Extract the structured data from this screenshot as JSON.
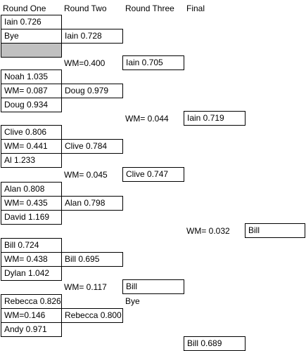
{
  "headers": {
    "round1": "Round One",
    "round2": "Round Two",
    "round3": "Round Three",
    "final": "Final"
  },
  "round_one": {
    "r1": "Iain 0.726",
    "r2": "Bye",
    "r3": "Noah 1.035",
    "r4": "WM= 0.087",
    "r5": "Doug 0.934",
    "r6": "Clive 0.806",
    "r7": "WM= 0.441",
    "r8": "Al 1.233",
    "r9": "Alan 0.808",
    "r10": "WM= 0.435",
    "r11": "David 1.169",
    "r12": "Bill 0.724",
    "r13": "WM= 0.438",
    "r14": "Dylan 1.042",
    "r15": "Rebecca 0.826",
    "r16": "WM=0.146",
    "r17": "Andy 0.971"
  },
  "round_two": {
    "m1": "Iain 0.728",
    "w1": "WM=0.400",
    "m2": "Doug 0.979",
    "m3": "Clive 0.784",
    "w2": "WM= 0.045",
    "m4": "Alan 0.798",
    "m5": "Bill 0.695",
    "w3": "WM= 0.117",
    "m6": "Rebecca 0.800"
  },
  "round_three": {
    "m1": "Iain 0.705",
    "w1": "WM= 0.044",
    "m2": "Clive 0.747",
    "m3": "Bill",
    "m4": "Bye"
  },
  "final": {
    "f1": "Iain 0.719",
    "w1": "WM= 0.032",
    "winner": "Bill",
    "f2": "Bill 0.689"
  }
}
